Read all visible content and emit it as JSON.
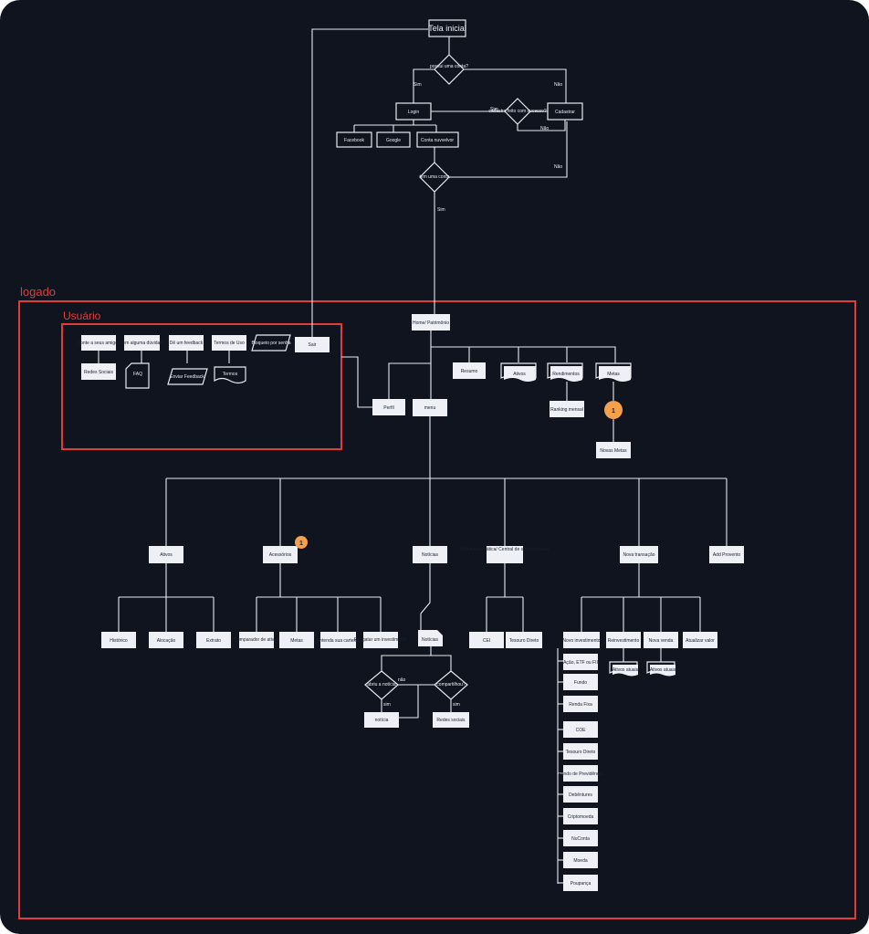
{
  "regions": {
    "logado": "logado",
    "usuario": "Usuário"
  },
  "nodes": {
    "tela_inicial": "Tela inicial",
    "possui_conta": "possui uma conta?",
    "login": "Login",
    "cadastrar": "Cadastrar",
    "cadastro_ok": "cadastro feito com sucesso?",
    "facebook": "Facebook",
    "google": "Google",
    "conta_nuvem": "Conta nuvvelvor",
    "tem_conta": "tem uma conta",
    "home": "Home/ Patrimônio",
    "resumo": "Resumo",
    "ativos_stack": "Ativos",
    "rendimentos": "Rendimentos",
    "metas_stack": "Metas",
    "ranking": "Ranking mensal",
    "novas_metas": "Novas Metas",
    "perfil": "Perfil",
    "menu": "menu",
    "conte_amigos": "Conte a seus amigos",
    "redes_sociais_u": "Redes Sociais",
    "duvida": "Tem alguma dúvida?",
    "faq": "FAQ",
    "feedback": "Dê um feedback",
    "enviar_feedback": "Enviar Feedback",
    "termos_uso": "Termos de Uso",
    "termos": "Termos",
    "bloqueio": "Bloqueio por senha",
    "sair": "Sair",
    "ativos": "Ativos",
    "acessorios": "Acessórios",
    "noticias": "Notícias",
    "bolsa": "Bolsa Automática/ Central de sincronização",
    "nova_transacao": "Nova transação",
    "add_provento": "Add Provento",
    "historico": "Histórico",
    "alocacao": "Alocação",
    "extrato": "Extrato",
    "comparador": "Comparador de ativos",
    "metas": "Metas",
    "entenda": "Entenda sua carteira",
    "resgatar": "Resgatar um investimento",
    "noticias_doc": "Notícias",
    "cei": "CEI",
    "tesouro_direto_b": "Tesouro Direto",
    "novo_investimento": "Novo investimento",
    "reinvestimento": "Reinvestimento",
    "nova_venda": "Nova venda",
    "atualizar_valor": "Atualizar valor",
    "ativos_atuais_1": "Ativos atuais",
    "ativos_atuais_2": "Ativos atuais",
    "abriu_noticia": "abriu a notícia",
    "compartilhou": "compartilhou?",
    "noticia": "notícia",
    "redes_sociais_n": "Redes sociais",
    "inv_items": [
      "Ação, ETF ou FII",
      "Fundo",
      "Renda Fixa",
      "COE",
      "Tesouro Direto",
      "Fundo de Previdência",
      "Debêntures",
      "Criptomoeda",
      "NuConta",
      "Moeda",
      "Poupança"
    ]
  },
  "edge_labels": {
    "sim_1": "Sim",
    "nao_1": "Não",
    "sim_2": "Sim",
    "nao_2": "Não",
    "nao_3": "Não",
    "sim_3": "Sim",
    "nao_4": "não",
    "sim_4": "sim",
    "sim_5": "sim"
  },
  "badges": {
    "badge_1": "1",
    "badge_2": "1"
  }
}
